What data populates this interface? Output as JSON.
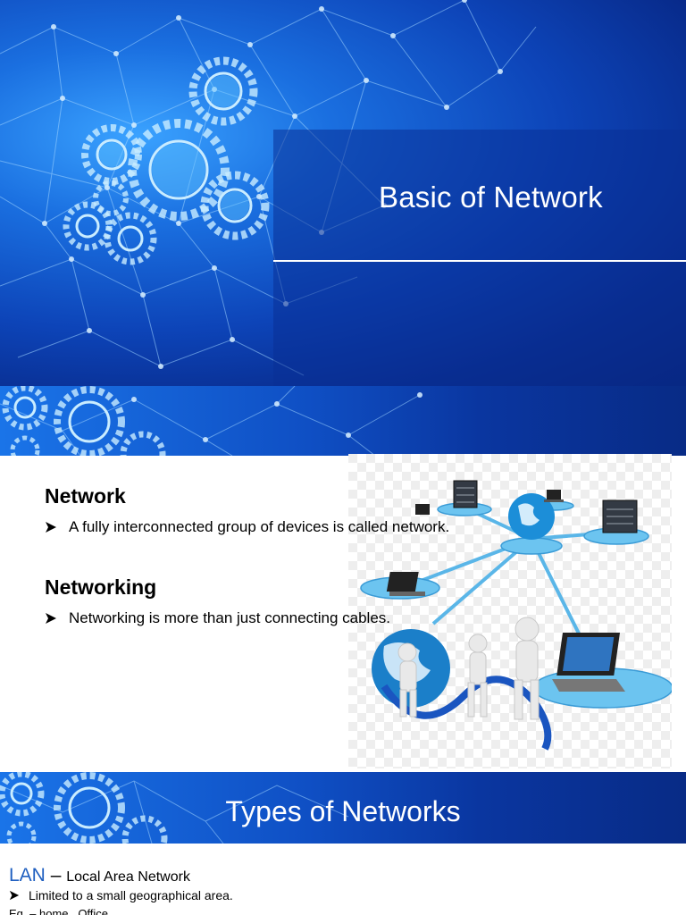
{
  "slide1": {
    "title": "Basic of Network"
  },
  "slide2": {
    "network_heading": "Network",
    "network_bullet": "A fully interconnected group of devices is called network.",
    "networking_heading": "Networking",
    "networking_bullet": "Networking is more than just connecting cables."
  },
  "slide3": {
    "title": "Types of Networks",
    "lan_abbr": "LAN",
    "lan_dash": " – ",
    "lan_full": "Local Area Network",
    "lan_bullet": "Limited to a small geographical area.",
    "lan_example": "Eg. – home , Office"
  },
  "colors": {
    "slide_bg_dark": "#082a8a",
    "slide_bg_light": "#3aa2ff",
    "lan_accent": "#1f5fc0"
  }
}
